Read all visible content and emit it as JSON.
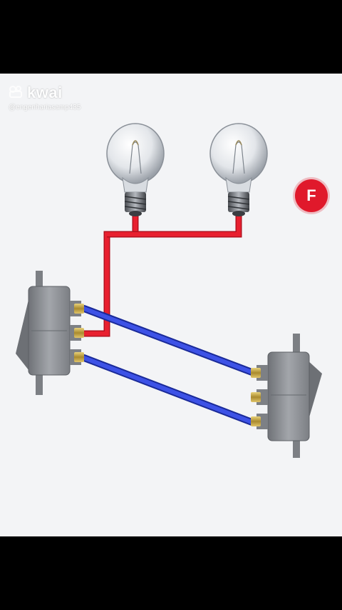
{
  "watermark": {
    "brand": "kwai",
    "handle": "@engenhariasamp435"
  },
  "badge": {
    "letter": "F"
  },
  "colors": {
    "background": "#f3f4f6",
    "live_wire": "#e8202f",
    "traveler_wire": "#2a3fd1",
    "switch_body": "#8e9196",
    "badge": "#e0192b"
  },
  "components": {
    "bulbs": 2,
    "switches": 2
  }
}
